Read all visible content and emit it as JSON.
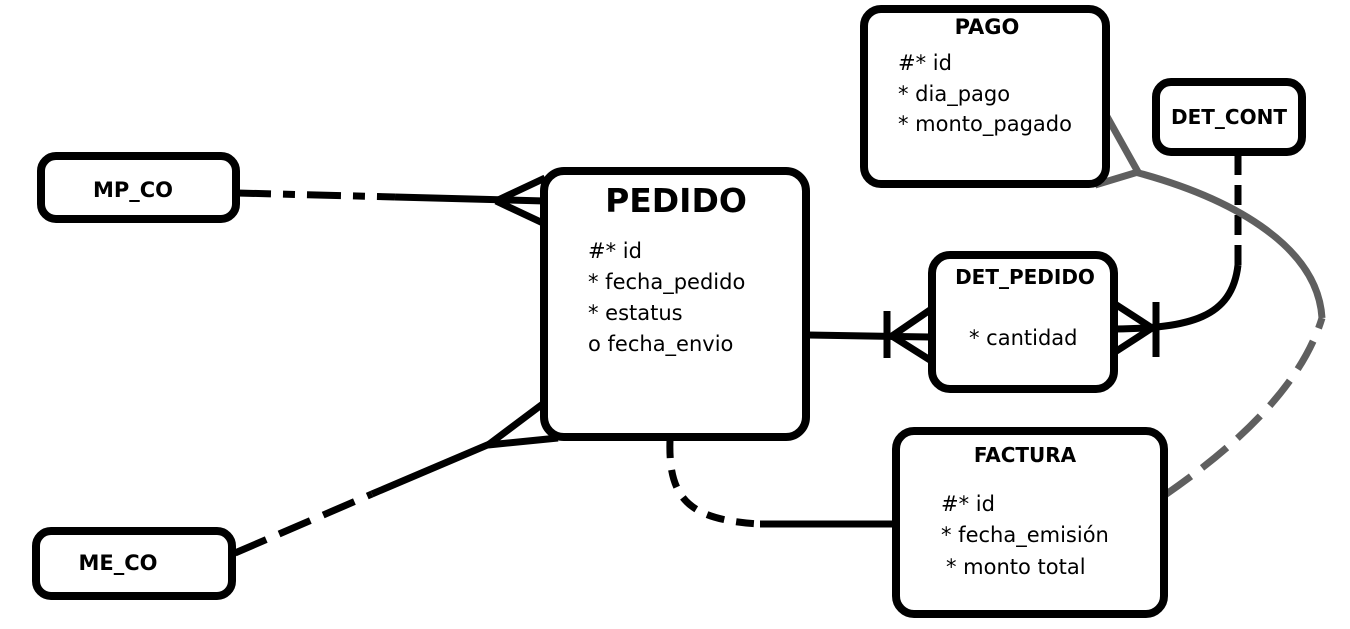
{
  "entities": {
    "pedido": {
      "title": "PEDIDO",
      "attributes": [
        "#* id",
        "* fecha_pedido",
        "* estatus",
        "o fecha_envio"
      ]
    },
    "mp_co": {
      "title": "MP_CO"
    },
    "me_co": {
      "title": "ME_CO"
    },
    "pago": {
      "title": "PAGO",
      "attributes": [
        "#* id",
        "* dia_pago",
        "* monto_pagado"
      ]
    },
    "det_cont": {
      "title": "DET_CONT"
    },
    "det_pedido": {
      "title": "DET_PEDIDO",
      "attributes": [
        "* cantidad"
      ]
    },
    "factura": {
      "title": "FACTURA",
      "attributes": [
        "#* id",
        "* fecha_emisión",
        "* monto total"
      ]
    }
  },
  "colors": {
    "line": "#000000",
    "secondary_line": "#5f5f5f"
  }
}
